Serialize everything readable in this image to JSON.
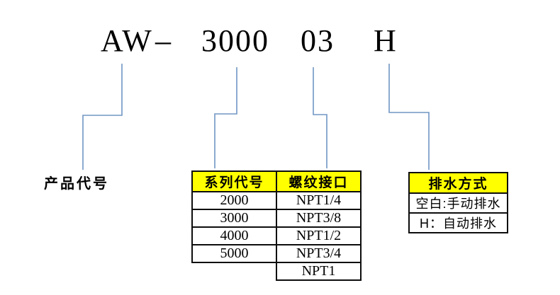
{
  "title": {
    "segments": {
      "code": "AW",
      "dash": "–",
      "series": "3000",
      "port": "03",
      "drain": "H"
    }
  },
  "labels": {
    "product_code": "产品代号"
  },
  "tables": {
    "series": {
      "headers": [
        "系列代号",
        "螺纹接口"
      ],
      "rows": [
        [
          "2000",
          "NPT1/4"
        ],
        [
          "3000",
          "NPT3/8"
        ],
        [
          "4000",
          "NPT1/2"
        ],
        [
          "5000",
          "NPT3/4"
        ],
        [
          "",
          "NPT1"
        ]
      ]
    },
    "drain": {
      "header": "排水方式",
      "rows": [
        "空白:手动排水",
        "H：自动排水"
      ]
    }
  },
  "colors": {
    "header_bg": "#ffff00",
    "connector": "#7096c4",
    "text": "#000000"
  }
}
